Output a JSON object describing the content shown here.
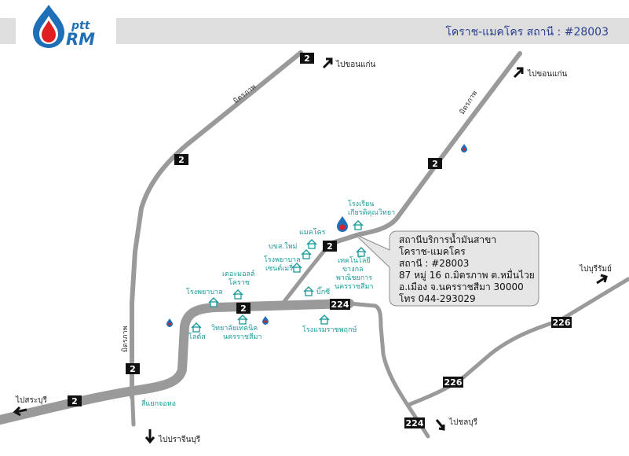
{
  "header": {
    "brand_top": "ptt",
    "brand_bottom": "RM",
    "title": "โคราช-แมคโคร สถานี : #28003"
  },
  "directions": {
    "khon_kaen_left": "ไปขอนแก่น",
    "khon_kaen_right": "ไปขอนแก่น",
    "buriram": "ไปบุรีรัมย์",
    "saraburi": "ไปสระบุรี",
    "prachinburi": "ไปปราจีนบุรี",
    "chonburi": "ไปชลบุรี"
  },
  "road_names": {
    "mittraphap_1": "มิตรภาพ",
    "mittraphap_2": "มิตรภาพ",
    "mittraphap_3": "มิตรภาพ",
    "sikhio_junction": "สี่แยกจอหอ"
  },
  "shields": {
    "r2_a": "2",
    "r2_b": "2",
    "r2_c": "2",
    "r2_d": "2",
    "r2_e": "2",
    "r2_f": "2",
    "r2_g": "2",
    "r224_a": "224",
    "r224_b": "224",
    "r226_a": "226",
    "r226_b": "226"
  },
  "pois": {
    "school": [
      "โรงเรียน",
      "เกียรติคุณวิทยา"
    ],
    "makro": "แมคโคร",
    "bks": "บขส.ใหม่",
    "hospital_center": [
      "โรงพยาบาล",
      "เซนต์เมรี่"
    ],
    "tech_college": [
      "เทคโนโลยี",
      "ขางกล",
      "พาณิชยการ",
      "นครราชสีมา"
    ],
    "the_mall": [
      "เดอะมอลล์",
      "โคราช"
    ],
    "hospital": "โรงพยาบาล",
    "bigc": "บิ๊กซี",
    "lotus": "โลตัส",
    "tech_college2": [
      "วิทยาลัยเทคนิค",
      "นครราชสีมา"
    ],
    "rajapruek_school": "โรงแรมราชพฤกษ์"
  },
  "station_info": {
    "line1": "สถานีบริการน้ำมันสาขา",
    "line2": "โคราช-แมคโคร",
    "line3": "สถานี : #28003",
    "line4": "87 หมู่ 16 ถ.มิตรภาพ ต.หมื่นไวย",
    "line5": "อ.เมือง  จ.นครราชสีมา  30000",
    "line6": "โทร 044-293029"
  },
  "colors": {
    "brand_blue": "#1e6fb8",
    "brand_red": "#e02020",
    "road_gray": "#9a9a9a",
    "poi_teal": "#1a9a9a",
    "title_blue": "#2a3f8f"
  }
}
